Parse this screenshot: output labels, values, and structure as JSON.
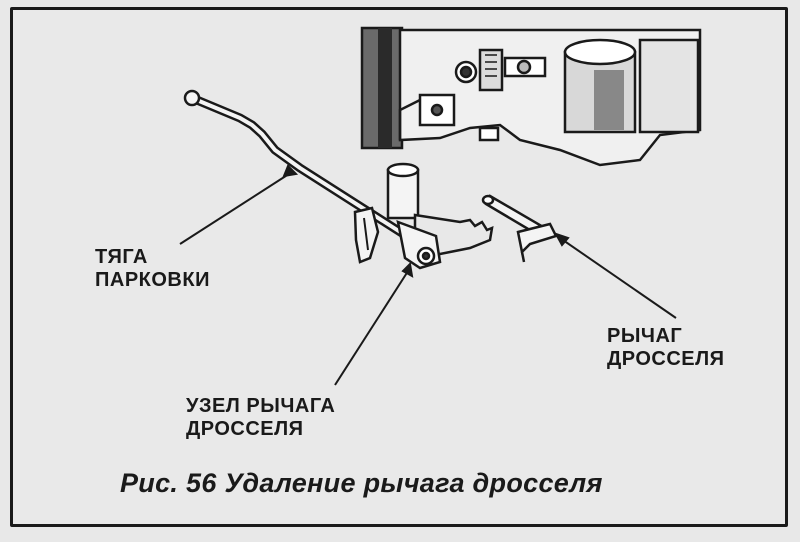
{
  "labels": {
    "parking_rod": [
      "ТЯГА",
      "ПАРКОВКИ"
    ],
    "throttle_lever": [
      "РЫЧАГ",
      "ДРОССЕЛЯ"
    ],
    "throttle_lever_assembly": [
      "УЗЕЛ РЫЧАГА",
      "ДРОССЕЛЯ"
    ]
  },
  "caption": "Рис. 56 Удаление рычага дросселя"
}
